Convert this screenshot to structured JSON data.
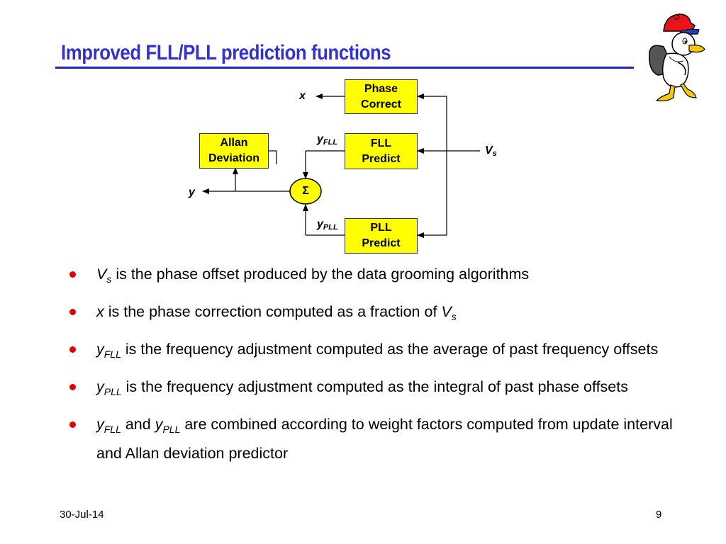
{
  "slide": {
    "title": "Improved FLL/PLL prediction functions",
    "date": "30-Jul-14",
    "page_number": "9"
  },
  "diagram": {
    "boxes": {
      "phase_correct": [
        "Phase",
        "Correct"
      ],
      "fll_predict": [
        "FLL",
        "Predict"
      ],
      "pll_predict": [
        "PLL",
        "Predict"
      ],
      "allan_deviation": [
        "Allan",
        "Deviation"
      ]
    },
    "summer_symbol": "Σ",
    "labels": {
      "x": "x",
      "y": "y",
      "y_fll_base": "y",
      "y_fll_sub": "FLL",
      "y_pll_base": "y",
      "y_pll_sub": "PLL",
      "vs_base": "V",
      "vs_sub": "s"
    },
    "colors": {
      "box_fill": "#ffff00",
      "line": "#000000"
    }
  },
  "bullets": [
    {
      "var": "V",
      "sub": "s",
      "text": " is the phase offset produced by the data grooming algorithms"
    },
    {
      "var": "x",
      "text_a": " is the phase correction computed as a fraction of ",
      "var2": "V",
      "sub2": "s"
    },
    {
      "var": "y",
      "sub": "FLL",
      "text": " is the frequency adjustment computed as the average of past frequency offsets"
    },
    {
      "var": "y",
      "sub": "PLL",
      "text": " is the frequency adjustment computed as the integral of past phase offsets"
    },
    {
      "var": "y",
      "sub": "FLL",
      "text_a": " and ",
      "var2": "y",
      "sub2": "PLL",
      "text_b": " are combined according to weight factors computed from update interval and Allan deviation predictor"
    }
  ],
  "colors": {
    "title": "#3333cc",
    "title_rule": "#2222cc",
    "bullet": "#e00000"
  },
  "icons": {
    "mascot": "duck-mascot-icon"
  }
}
